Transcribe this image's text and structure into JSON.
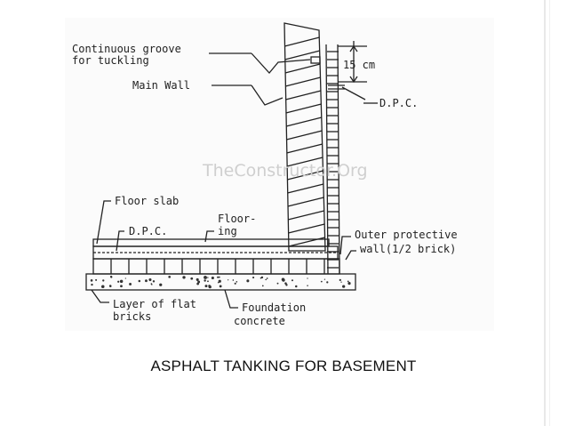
{
  "diagram": {
    "labels": {
      "groove_line1": "Continuous groove",
      "groove_line2": "for tuckling",
      "main_wall": "Main Wall",
      "dim_15": "15 cm",
      "dpc_top": "D.P.C.",
      "watermark": "TheConstructor.Org",
      "floor_slab": "Floor slab",
      "dpc_floor": "D.P.C.",
      "flooring_line1": "Floor-",
      "flooring_line2": "ing",
      "outer_line1": "Outer protective",
      "outer_line2": "wall(1/2 brick)",
      "flat_bricks_line1": "Layer of flat",
      "flat_bricks_line2": "bricks",
      "foundation_line1": "Foundation",
      "foundation_line2": "concrete"
    }
  },
  "caption": "ASPHALT TANKING FOR BASEMENT",
  "colors": {
    "ink": "#222222",
    "watermark": "#cfcfcf",
    "background": "#ffffff"
  }
}
